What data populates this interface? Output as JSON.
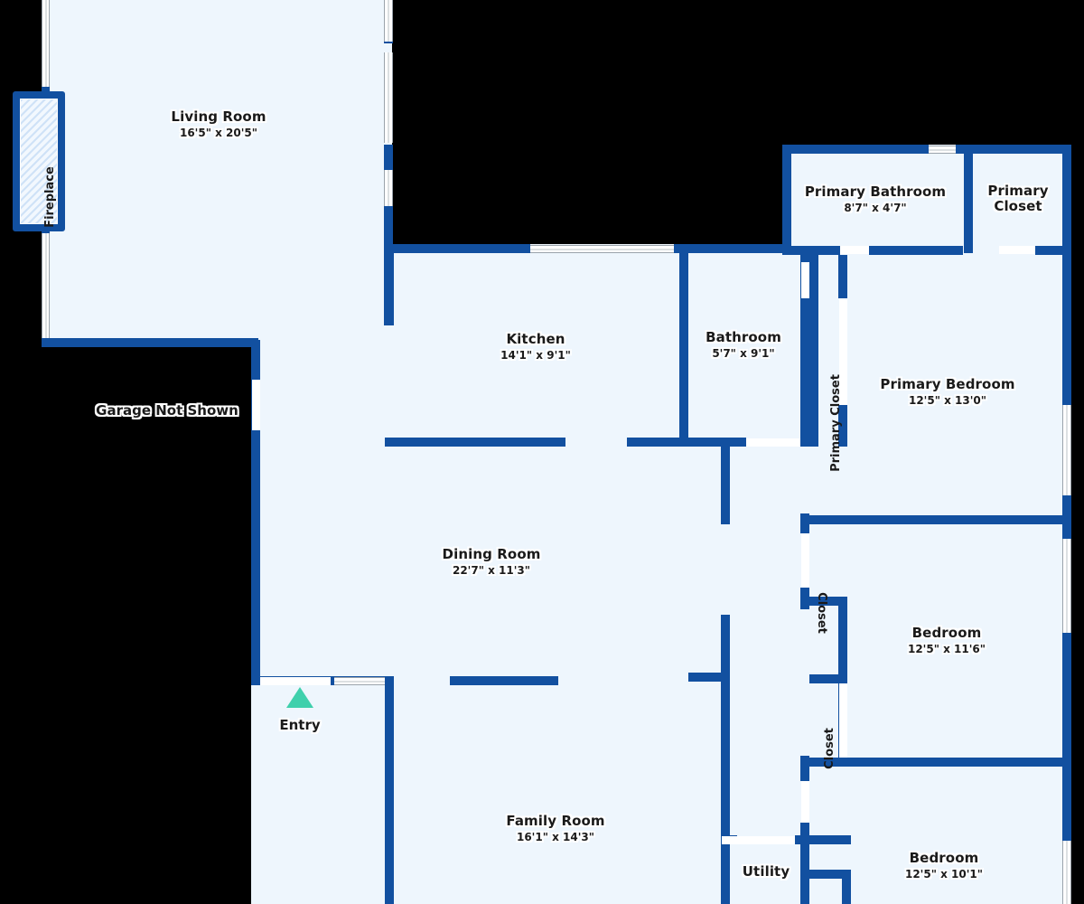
{
  "plan": {
    "accent_wall_color": "#1250a0",
    "floor_color": "#eef6fd",
    "background_color": "#000000",
    "entry_marker_color": "#3fd0ac"
  },
  "rooms": [
    {
      "id": "living-room",
      "name": "Living Room",
      "dimensions": "16'5\" x 20'5\""
    },
    {
      "id": "kitchen",
      "name": "Kitchen",
      "dimensions": "14'1\" x 9'1\""
    },
    {
      "id": "bathroom",
      "name": "Bathroom",
      "dimensions": "5'7\" x 9'1\""
    },
    {
      "id": "primary-bathroom",
      "name": "Primary Bathroom",
      "dimensions": "8'7\" x 4'7\""
    },
    {
      "id": "primary-closet-top",
      "name": "Primary\nCloset",
      "dimensions": ""
    },
    {
      "id": "primary-bedroom",
      "name": "Primary Bedroom",
      "dimensions": "12'5\" x 13'0\""
    },
    {
      "id": "dining-room",
      "name": "Dining Room",
      "dimensions": "22'7\" x 11'3\""
    },
    {
      "id": "bedroom-2",
      "name": "Bedroom",
      "dimensions": "12'5\" x 11'6\""
    },
    {
      "id": "bedroom-3",
      "name": "Bedroom",
      "dimensions": "12'5\" x 10'1\""
    },
    {
      "id": "family-room",
      "name": "Family Room",
      "dimensions": "16'1\" x 14'3\""
    },
    {
      "id": "utility",
      "name": "Utility",
      "dimensions": ""
    }
  ],
  "labels": {
    "living_room_name": "Living Room",
    "living_room_dim": "16'5\" x 20'5\"",
    "kitchen_name": "Kitchen",
    "kitchen_dim": "14'1\" x 9'1\"",
    "bathroom_name": "Bathroom",
    "bathroom_dim": "5'7\" x 9'1\"",
    "primary_bathroom_name": "Primary Bathroom",
    "primary_bathroom_dim": "8'7\" x 4'7\"",
    "primary_closet_top_line1": "Primary",
    "primary_closet_top_line2": "Closet",
    "primary_bedroom_name": "Primary Bedroom",
    "primary_bedroom_dim": "12'5\" x 13'0\"",
    "dining_room_name": "Dining Room",
    "dining_room_dim": "22'7\" x 11'3\"",
    "bedroom2_name": "Bedroom",
    "bedroom2_dim": "12'5\" x 11'6\"",
    "bedroom3_name": "Bedroom",
    "bedroom3_dim": "12'5\" x 10'1\"",
    "family_room_name": "Family Room",
    "family_room_dim": "16'1\" x 14'3\"",
    "utility_name": "Utility",
    "fireplace": "Fireplace",
    "primary_closet_vertical": "Primary Closet",
    "closet_upper": "Closet",
    "closet_lower": "Closet",
    "garage_note": "Garage Not Shown",
    "entry": "Entry"
  }
}
